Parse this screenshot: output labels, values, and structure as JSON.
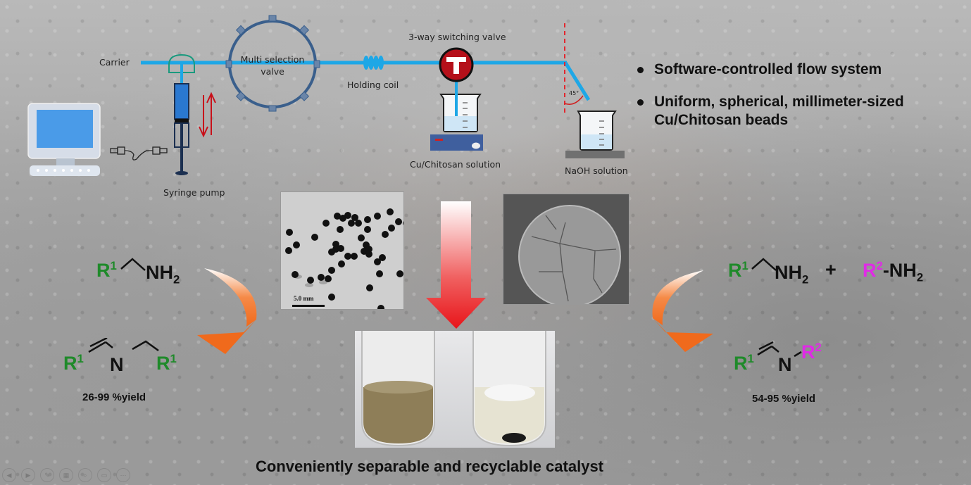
{
  "flow_diagram": {
    "carrier_label": "Carrier",
    "valve_label_line1": "Multi selection",
    "valve_label_line2": "valve",
    "holding_coil_label": "Holding coil",
    "switching_valve_label": "3-way switching valve",
    "switching_valve_symbol": "T",
    "syringe_pump_label": "Syringe pump",
    "cu_solution_label": "Cu/Chitosan solution",
    "naoh_solution_label": "NaOH solution",
    "angle_label": "45°"
  },
  "bullets": [
    {
      "text": "Software-controlled flow system"
    },
    {
      "text_line1": "Uniform, spherical, millimeter-sized",
      "text_line2": "Cu/Chitosan beads"
    }
  ],
  "micrograph": {
    "scale_bar_label": "5.0 mm"
  },
  "reaction_left": {
    "reactant": {
      "r": "R",
      "r_sup": "1",
      "amine": "NH",
      "amine_sub": "2"
    },
    "product": {
      "r1": "R",
      "r1_sup": "1",
      "n": "N",
      "r2": "R",
      "r2_sup": "1"
    },
    "yield": "26-99 %yield"
  },
  "reaction_right": {
    "reactant1": {
      "r": "R",
      "r_sup": "1",
      "amine": "NH",
      "amine_sub": "2"
    },
    "plus": "+",
    "reactant2": {
      "r": "R",
      "r_sup": "2",
      "amine": "-NH",
      "amine_sub": "2"
    },
    "product": {
      "r1": "R",
      "r1_sup": "1",
      "n": "N",
      "r2": "R",
      "r2_sup": "2"
    },
    "yield": "54-95 %yield"
  },
  "caption": "Conveniently separable and recyclable catalyst",
  "presentation_controls": [
    {
      "icon": "previous-icon",
      "glyph": "◀"
    },
    {
      "icon": "next-icon",
      "glyph": "▶"
    },
    {
      "icon": "pen-icon",
      "glyph": "✎"
    },
    {
      "icon": "slides-grid-icon",
      "glyph": "▦"
    },
    {
      "icon": "zoom-icon",
      "glyph": "⌕"
    },
    {
      "icon": "subtitles-icon",
      "glyph": "▭"
    },
    {
      "icon": "more-icon",
      "glyph": "⋯"
    }
  ],
  "colors": {
    "tubing": "#1ea7e6",
    "valve_ring": "#3a5f8c",
    "switch_valve": "#c8101a",
    "arrow_orange": "#f06a1c",
    "r1_green": "#1f8a2a",
    "r2_magenta": "#e02ae6",
    "red_arrow": "#e8151a"
  }
}
